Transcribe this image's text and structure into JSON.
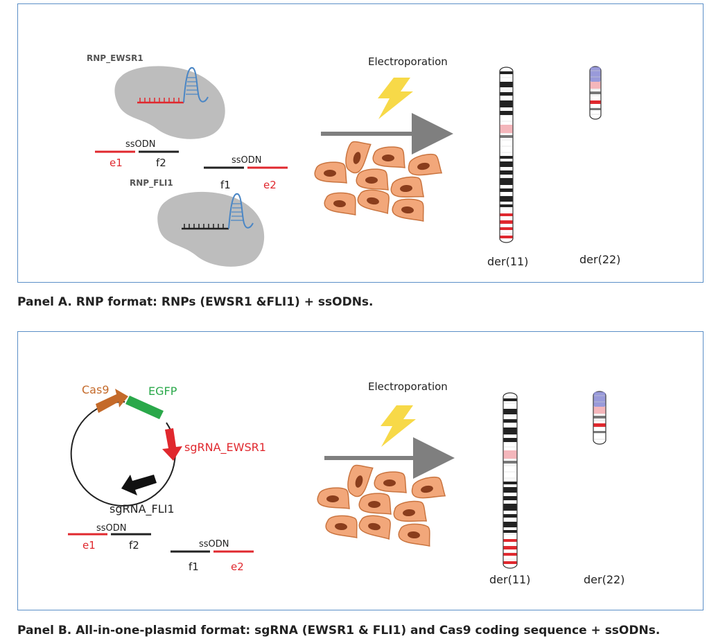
{
  "panel_a": {
    "caption": "Panel A. RNP format: RNPs (EWSR1 &FLI1) + ssODNs.",
    "rnp_ewsr1_label": "RNP_EWSR1",
    "rnp_fli1_label": "RNP_FLI1",
    "ssodn_left": {
      "label": "ssODN",
      "left_seg": "e1",
      "right_seg": "f2"
    },
    "ssodn_right": {
      "label": "ssODN",
      "left_seg": "f1",
      "right_seg": "e2"
    },
    "electroporation_label": "Electroporation",
    "chromosome_left_label": "der(11)",
    "chromosome_right_label": "der(22)"
  },
  "panel_b": {
    "caption": "Panel B. All-in-one-plasmid format: sgRNA (EWSR1 & FLI1) and Cas9 coding sequence + ssODNs.",
    "cas9_label": "Cas9",
    "egfp_label": "EGFP",
    "sgrna_ewsr1_label": "sgRNA_EWSR1",
    "sgrna_fli1_label": "sgRNA_FLI1",
    "ssodn_left": {
      "label": "ssODN",
      "left_seg": "e1",
      "right_seg": "f2"
    },
    "ssodn_right": {
      "label": "ssODN",
      "left_seg": "f1",
      "right_seg": "e2"
    },
    "electroporation_label": "Electroporation",
    "chromosome_left_label": "der(11)",
    "chromosome_right_label": "der(22)"
  },
  "colors": {
    "panel_border": "#5b8fc7",
    "red": "#e0282e",
    "black": "#222222",
    "rnp_gray": "#bdbdbd",
    "guide_blue": "#4a86c5",
    "cell_fill": "#f2a77a",
    "cell_stroke": "#c9743f",
    "nucleus": "#8a3d1c",
    "bolt": "#f7d948",
    "arrow_gray": "#7f7f7f",
    "cas9": "#c46a2a",
    "egfp": "#2aa84a",
    "band_pink": "#f4b6bb",
    "band_blue": "#8e8fd6"
  }
}
